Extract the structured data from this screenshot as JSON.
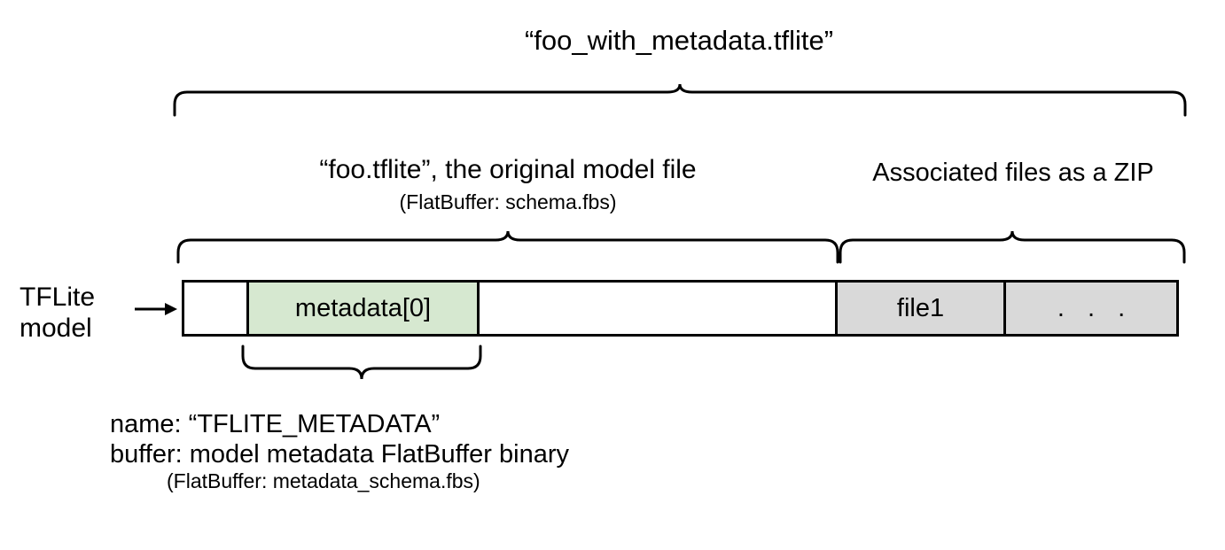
{
  "diagram": {
    "title": "“foo_with_metadata.tflite”",
    "left_label": {
      "line1": "TFLite",
      "line2": "model"
    },
    "sections": {
      "model_file": {
        "caption_main": "“foo.tflite”, the original model file",
        "caption_sub": "(FlatBuffer: schema.fbs)"
      },
      "zip": {
        "caption": "Associated files as a ZIP"
      }
    },
    "bar_segments": [
      {
        "id": "head",
        "label": "",
        "fill": "#ffffff"
      },
      {
        "id": "meta",
        "label": "metadata[0]",
        "fill": "#d6e8d0"
      },
      {
        "id": "rest",
        "label": "",
        "fill": "#ffffff"
      },
      {
        "id": "file1",
        "label": "file1",
        "fill": "#d9d9d9"
      },
      {
        "id": "more",
        "label": ". . .",
        "fill": "#d9d9d9"
      }
    ],
    "metadata_note": {
      "line1": "name: “TFLITE_METADATA”",
      "line2": "buffer: model metadata FlatBuffer binary",
      "line3": "(FlatBuffer: metadata_schema.fbs)"
    },
    "colors": {
      "metadata_fill": "#d6e8d0",
      "zip_fill": "#d9d9d9",
      "stroke": "#000000",
      "background": "#ffffff"
    }
  }
}
